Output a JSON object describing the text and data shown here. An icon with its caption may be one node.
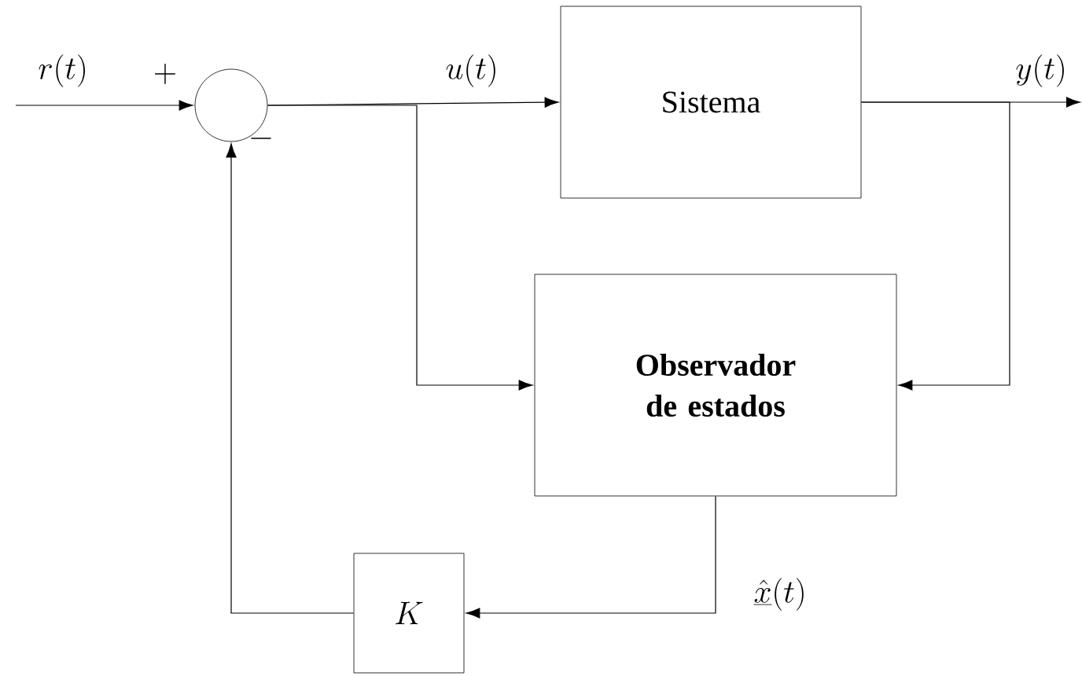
{
  "diagram": {
    "nodes": [
      {
        "text": [],
        "shape": "circle"
      },
      {
        "text": [
          "Sistema"
        ]
      },
      {
        "text": [
          "Observador de estados"
        ]
      },
      {
        "text": [
          "K"
        ]
      }
    ],
    "edges": [
      {
        "from": null,
        "to": 0,
        "arrow": "to",
        "label": "r(t)"
      },
      {
        "from": 0,
        "to": 1,
        "arrow": "to",
        "label": "u(t)"
      },
      {
        "from": 0,
        "to": 2,
        "arrow": "to"
      },
      {
        "from": 1,
        "to": null,
        "arrow": "to",
        "label": "y(t)"
      },
      {
        "from": 1,
        "to": 2,
        "arrow": "to"
      },
      {
        "from": 2,
        "to": 3,
        "arrow": "to",
        "label": "\\underline{\\hat{x}}(t)"
      },
      {
        "from": 3,
        "to": 0,
        "arrow": "to"
      }
    ],
    "labels": [
      "+",
      "-"
    ]
  }
}
